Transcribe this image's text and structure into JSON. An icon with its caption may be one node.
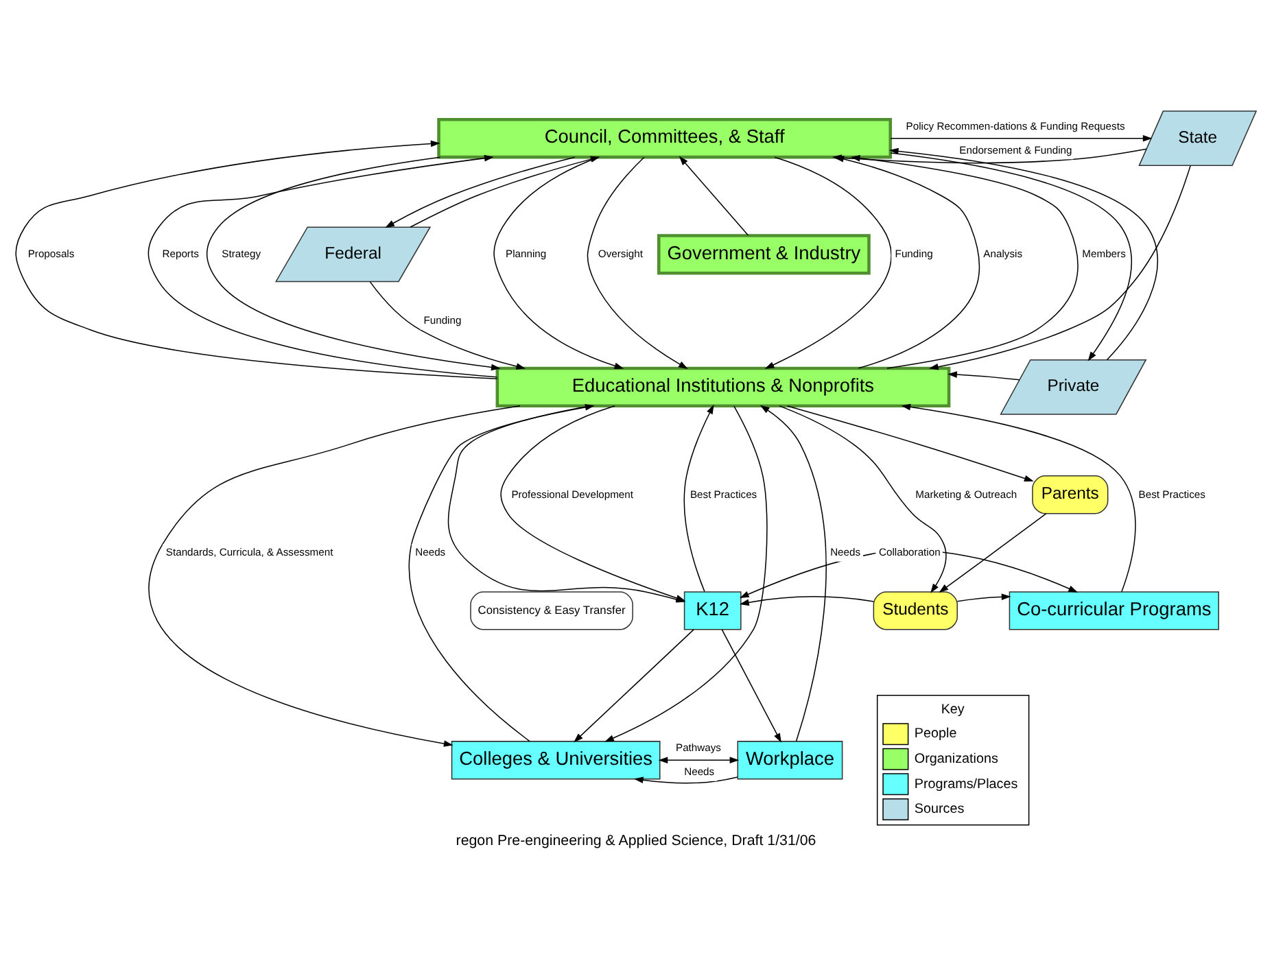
{
  "diagram": {
    "caption": "regon Pre-engineering & Applied Science, Draft 1/31/06",
    "nodes": [
      {
        "text": [
          "Council, Committees, & Staff"
        ]
      },
      {
        "text": [
          "Government & Industry"
        ]
      },
      {
        "text": [
          "Educational Institutions & Nonprofits"
        ]
      },
      {
        "text": [
          "State"
        ]
      },
      {
        "text": [
          "Federal"
        ]
      },
      {
        "text": [
          "Private"
        ]
      },
      {
        "text": [
          "K12"
        ]
      },
      {
        "text": [
          "Students"
        ]
      },
      {
        "text": [
          "Parents"
        ]
      },
      {
        "text": [
          "Co-curricular Programs"
        ]
      },
      {
        "text": [
          "Colleges & Universities"
        ]
      },
      {
        "text": [
          "Workplace"
        ]
      },
      {
        "text": [
          "Consistency & Easy Transfer"
        ]
      }
    ],
    "edges": [
      {
        "from": 2,
        "to": 0,
        "arrow": "to",
        "label": "Members"
      },
      {
        "from": 1,
        "to": 0,
        "arrow": "to"
      },
      {
        "from": 0,
        "to": 2,
        "arrow": "to",
        "label": "Strategy"
      },
      {
        "from": 2,
        "to": 0,
        "arrow": "to",
        "label": "Analysis"
      },
      {
        "from": 0,
        "to": 2,
        "arrow": "to",
        "label": "Planning"
      },
      {
        "from": 2,
        "to": 0,
        "arrow": "to",
        "label": "Proposals"
      },
      {
        "from": 0,
        "to": 2,
        "arrow": "to",
        "label": "Funding"
      },
      {
        "from": 2,
        "to": 0,
        "arrow": "to",
        "label": "Reports"
      },
      {
        "from": 0,
        "to": 2,
        "arrow": "to",
        "label": "Oversight"
      },
      {
        "from": 0,
        "to": 3,
        "arrow": "to",
        "label": "Policy Recommen-dations & Funding Requests"
      },
      {
        "from": 0,
        "to": 4,
        "arrow": "to"
      },
      {
        "from": 0,
        "to": 5,
        "arrow": "to"
      },
      {
        "from": 3,
        "to": 0,
        "arrow": "to",
        "label": "Endorsement & Funding"
      },
      {
        "from": 4,
        "to": 0,
        "arrow": "to"
      },
      {
        "from": 5,
        "to": 0,
        "arrow": "to"
      },
      {
        "from": 3,
        "to": 2,
        "arrow": "to"
      },
      {
        "from": 4,
        "to": 2,
        "arrow": "to",
        "label": "Funding"
      },
      {
        "from": 5,
        "to": 2,
        "arrow": "to"
      },
      {
        "from": 2,
        "to": 10,
        "arrow": "to",
        "label": "Standards, Curricula, & Assessment"
      },
      {
        "from": 2,
        "to": 6,
        "arrow": "to"
      },
      {
        "from": 2,
        "to": 6,
        "arrow": "to",
        "label": "Professional Development"
      },
      {
        "from": 2,
        "to": 10,
        "arrow": "to"
      },
      {
        "from": 6,
        "to": 2,
        "arrow": "to",
        "label": "Best Practices"
      },
      {
        "from": 10,
        "to": 2,
        "arrow": "to",
        "label": "Needs"
      },
      {
        "from": 11,
        "to": 2,
        "arrow": "to",
        "label": "Needs"
      },
      {
        "from": 2,
        "to": 7,
        "arrow": "to",
        "label": "Marketing & Outreach"
      },
      {
        "from": 2,
        "to": 8,
        "arrow": "to"
      },
      {
        "from": 9,
        "to": 6,
        "arrow": "both",
        "label": "Collaboration"
      },
      {
        "from": 7,
        "to": 6,
        "arrow": "to"
      },
      {
        "from": 7,
        "to": 9,
        "arrow": "to"
      },
      {
        "from": 8,
        "to": 7,
        "arrow": "to"
      },
      {
        "from": 9,
        "to": 2,
        "arrow": "to",
        "label": "Best Practices"
      },
      {
        "from": 6,
        "to": 10,
        "arrow": "to"
      },
      {
        "from": 6,
        "to": 11,
        "arrow": "to"
      },
      {
        "from": 10,
        "to": 11,
        "arrow": "both",
        "label": "Pathways"
      },
      {
        "from": 11,
        "to": 10,
        "arrow": "to",
        "label": "Needs"
      }
    ],
    "labels": [
      "Key"
    ],
    "legend": [
      {
        "text": "People",
        "color": "#ffff66"
      },
      {
        "text": "Organizations",
        "color": "#99ff66"
      },
      {
        "text": "Programs/Places",
        "color": "#66ffff"
      },
      {
        "text": "Sources",
        "color": "#b7dee8"
      }
    ]
  }
}
